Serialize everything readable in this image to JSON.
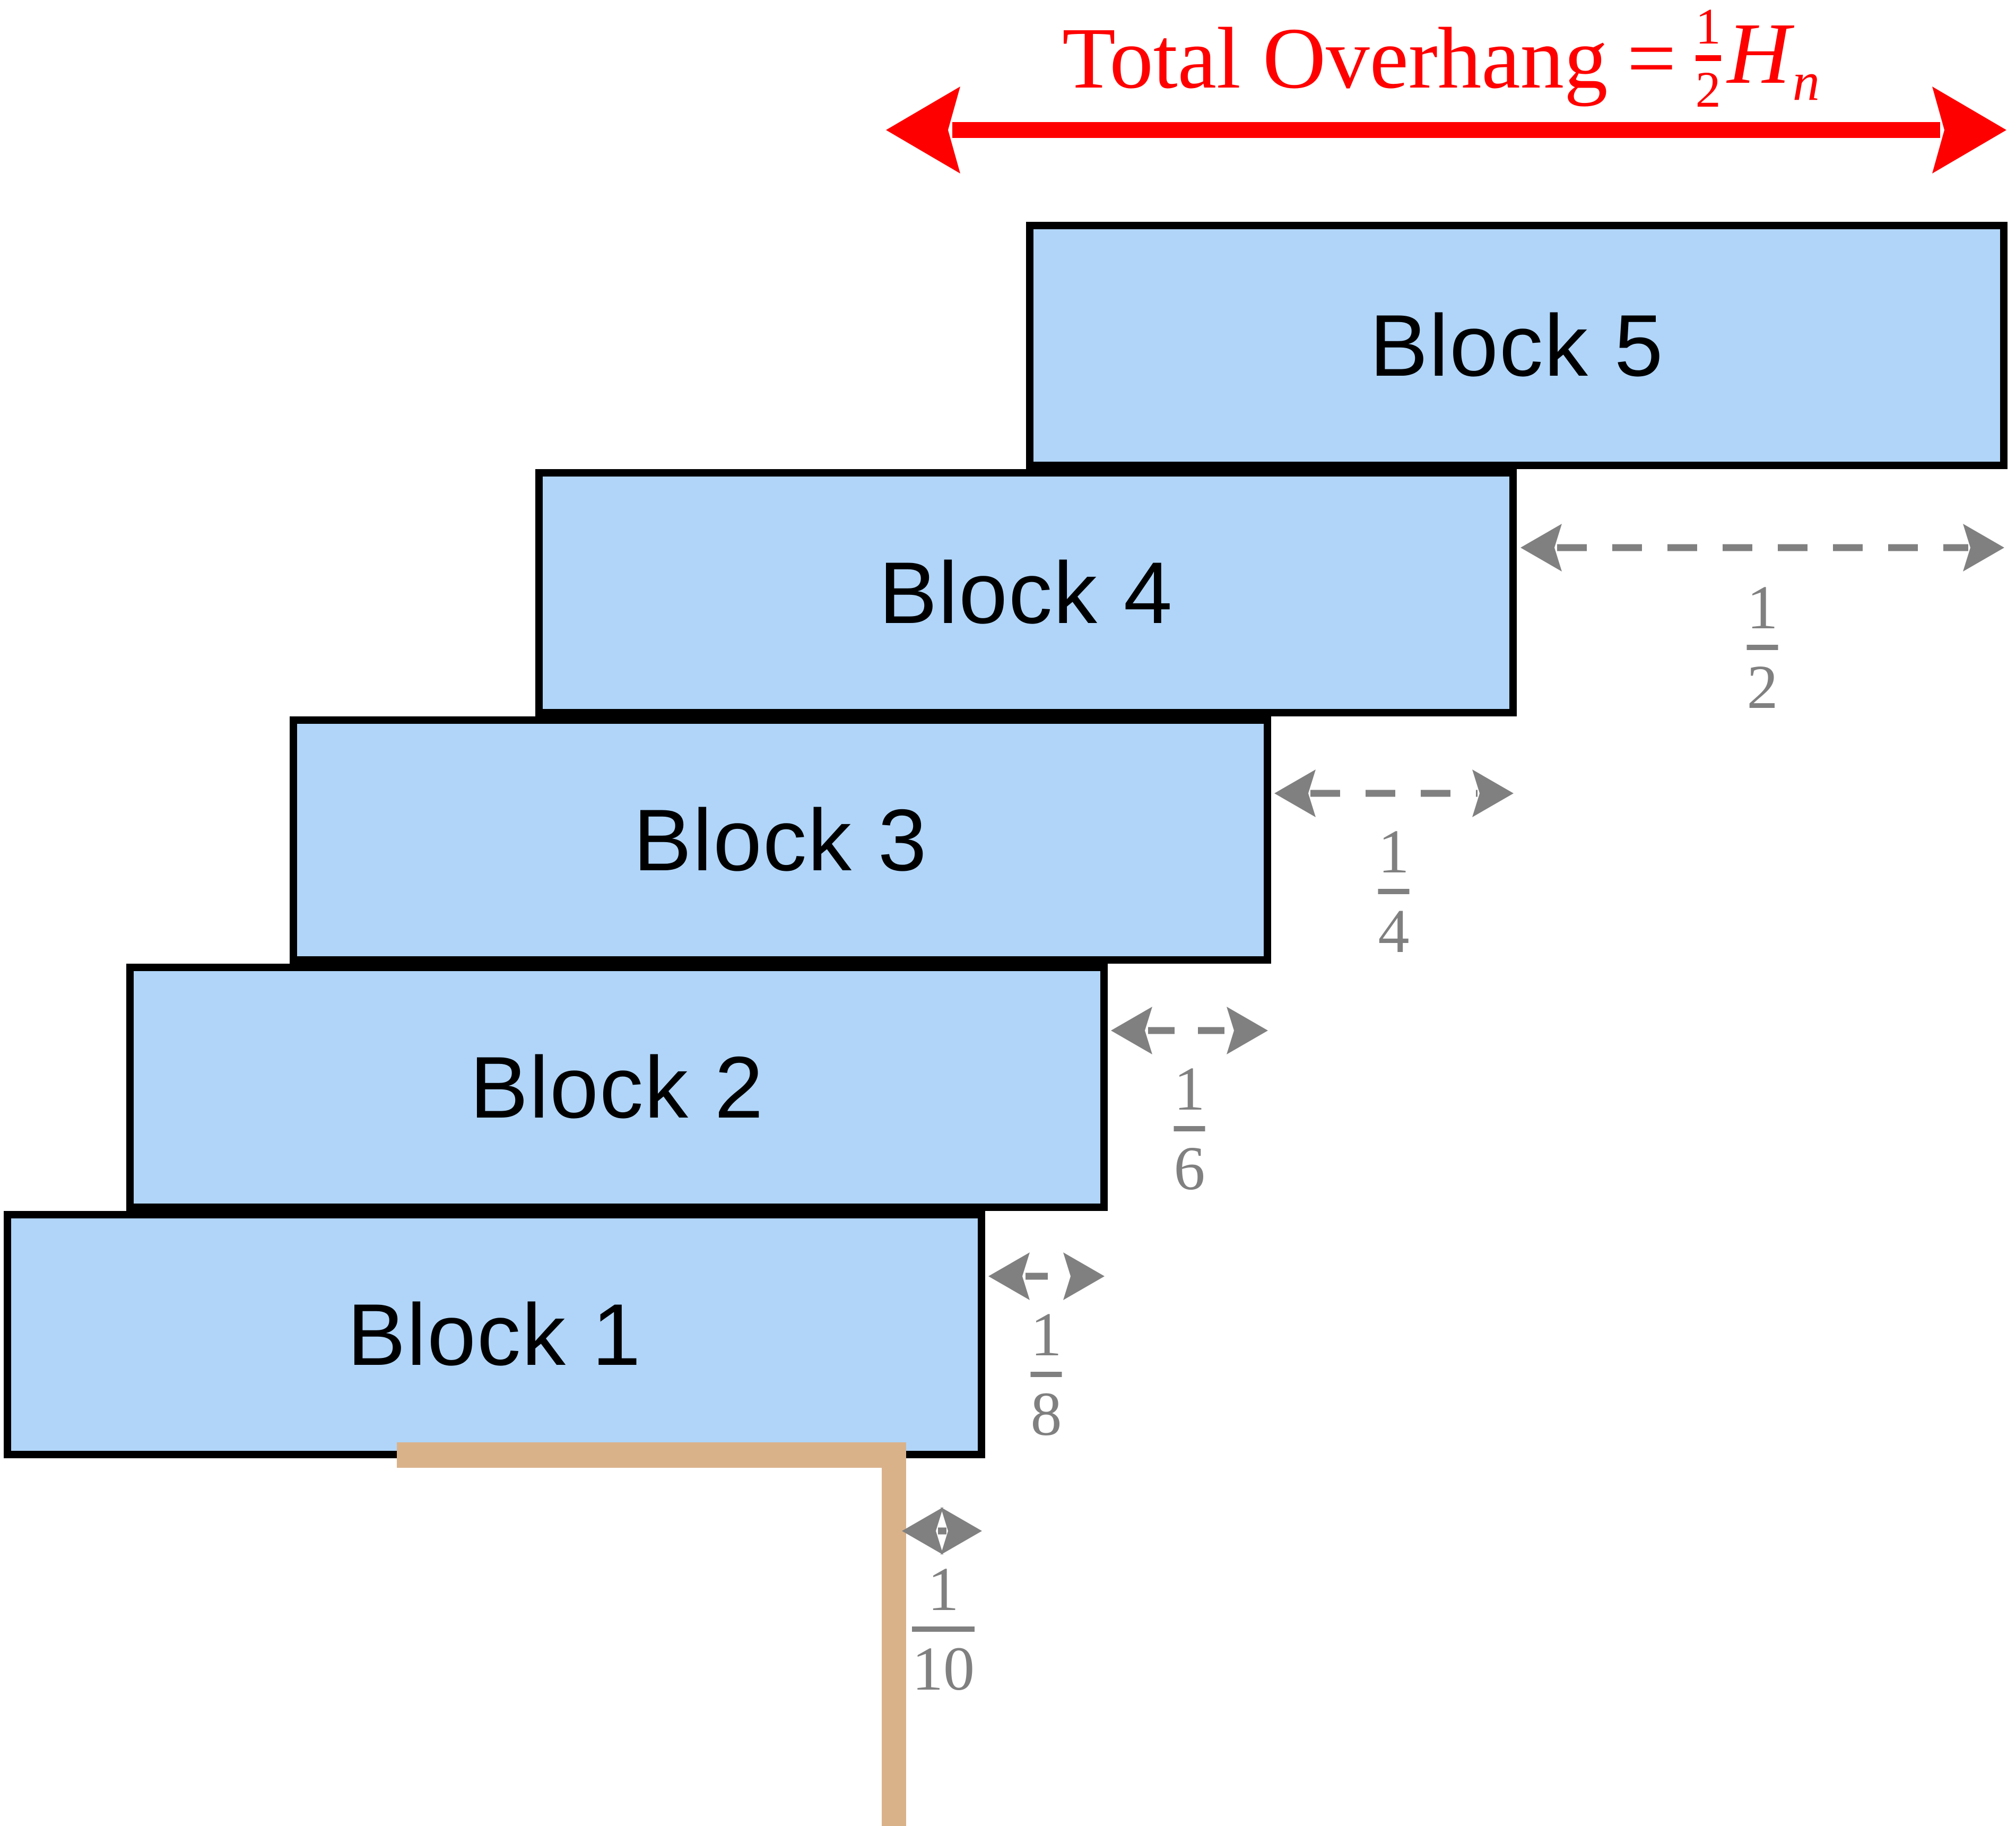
{
  "title": {
    "label": "Total Overhang",
    "equals": "=",
    "fraction": {
      "num": "1",
      "den": "2"
    },
    "variable": "H",
    "subscript": "n"
  },
  "blocks": [
    {
      "label": "Block 1"
    },
    {
      "label": "Block 2"
    },
    {
      "label": "Block 3"
    },
    {
      "label": "Block 4"
    },
    {
      "label": "Block 5"
    }
  ],
  "overhangs": [
    {
      "num": "1",
      "den": "2"
    },
    {
      "num": "1",
      "den": "4"
    },
    {
      "num": "1",
      "den": "6"
    },
    {
      "num": "1",
      "den": "8"
    },
    {
      "num": "1",
      "den": "10"
    }
  ],
  "colors": {
    "background": "#FFFFFF",
    "block_fill": "#B0D5F9",
    "block_border": "#000000",
    "label_text": "#000000",
    "measure_gray": "#808080",
    "table_edge_tan": "#DAB28A",
    "accent_red": "#FF0000"
  }
}
